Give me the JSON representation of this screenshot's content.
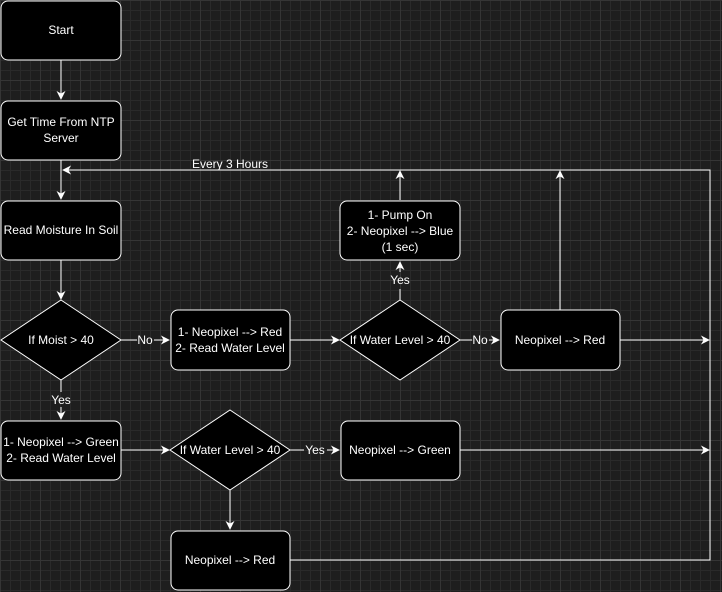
{
  "nodes": {
    "start": {
      "lines": [
        "Start"
      ]
    },
    "get_time": {
      "lines": [
        "Get Time From NTP",
        "Server"
      ]
    },
    "read_moisture": {
      "lines": [
        "Read Moisture In Soil"
      ]
    },
    "if_moist": {
      "lines": [
        "If Moist > 40"
      ]
    },
    "red_read_water": {
      "lines": [
        "1- Neopixel --> Red",
        "2- Read Water Level"
      ]
    },
    "if_water_top": {
      "lines": [
        "If Water Level > 40"
      ]
    },
    "pump_on": {
      "lines": [
        "1- Pump On",
        "2- Neopixel --> Blue",
        "(1 sec)"
      ]
    },
    "neopixel_red_top": {
      "lines": [
        "Neopixel --> Red"
      ]
    },
    "green_read_water": {
      "lines": [
        "1- Neopixel --> Green",
        "2- Read Water Level"
      ]
    },
    "if_water_bottom": {
      "lines": [
        "If Water Level > 40"
      ]
    },
    "neopixel_green": {
      "lines": [
        "Neopixel --> Green"
      ]
    },
    "neopixel_red_bottom": {
      "lines": [
        "Neopixel --> Red"
      ]
    }
  },
  "edge_labels": {
    "every_3_hours": "Every 3 Hours",
    "moist_no": "No",
    "moist_yes": "Yes",
    "water_top_yes": "Yes",
    "water_top_no": "No",
    "water_bottom_yes": "Yes"
  },
  "colors": {
    "background": "#1e1e1e",
    "node_fill": "#000000",
    "stroke": "#ffffff",
    "text": "#ffffff"
  }
}
